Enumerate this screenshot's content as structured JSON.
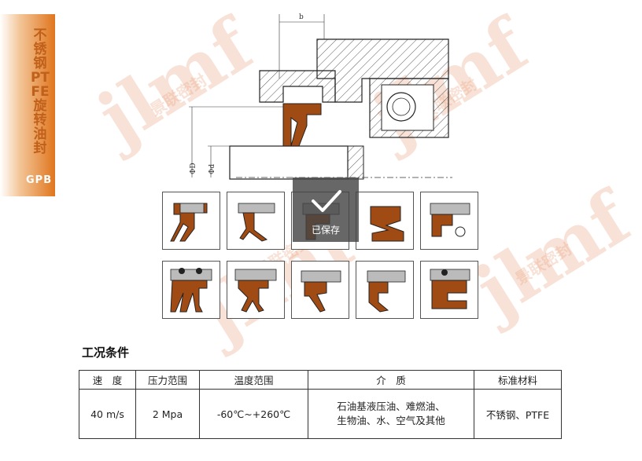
{
  "sidebar": {
    "title": "不锈钢PTFE旋转油封",
    "code": "GPB"
  },
  "watermark": {
    "logo": "jlmf",
    "name": "景联密封"
  },
  "drawing": {
    "dim_b": "b",
    "dim_D": "ΦD",
    "dim_d": "Φd"
  },
  "overlay": {
    "label": "已保存"
  },
  "conditions": {
    "title": "工况条件",
    "headers": [
      "速　度",
      "压力范围",
      "温度范围",
      "介　质",
      "标准材料"
    ],
    "row": [
      "40 m/s",
      "2 Mpa",
      "-60℃~+260℃",
      "石油基液压油、难燃油、\n生物油、水、空气及其他",
      "不锈钢、PTFE"
    ]
  },
  "colors": {
    "accent": "#e0761e",
    "seal": "#a04a14"
  }
}
